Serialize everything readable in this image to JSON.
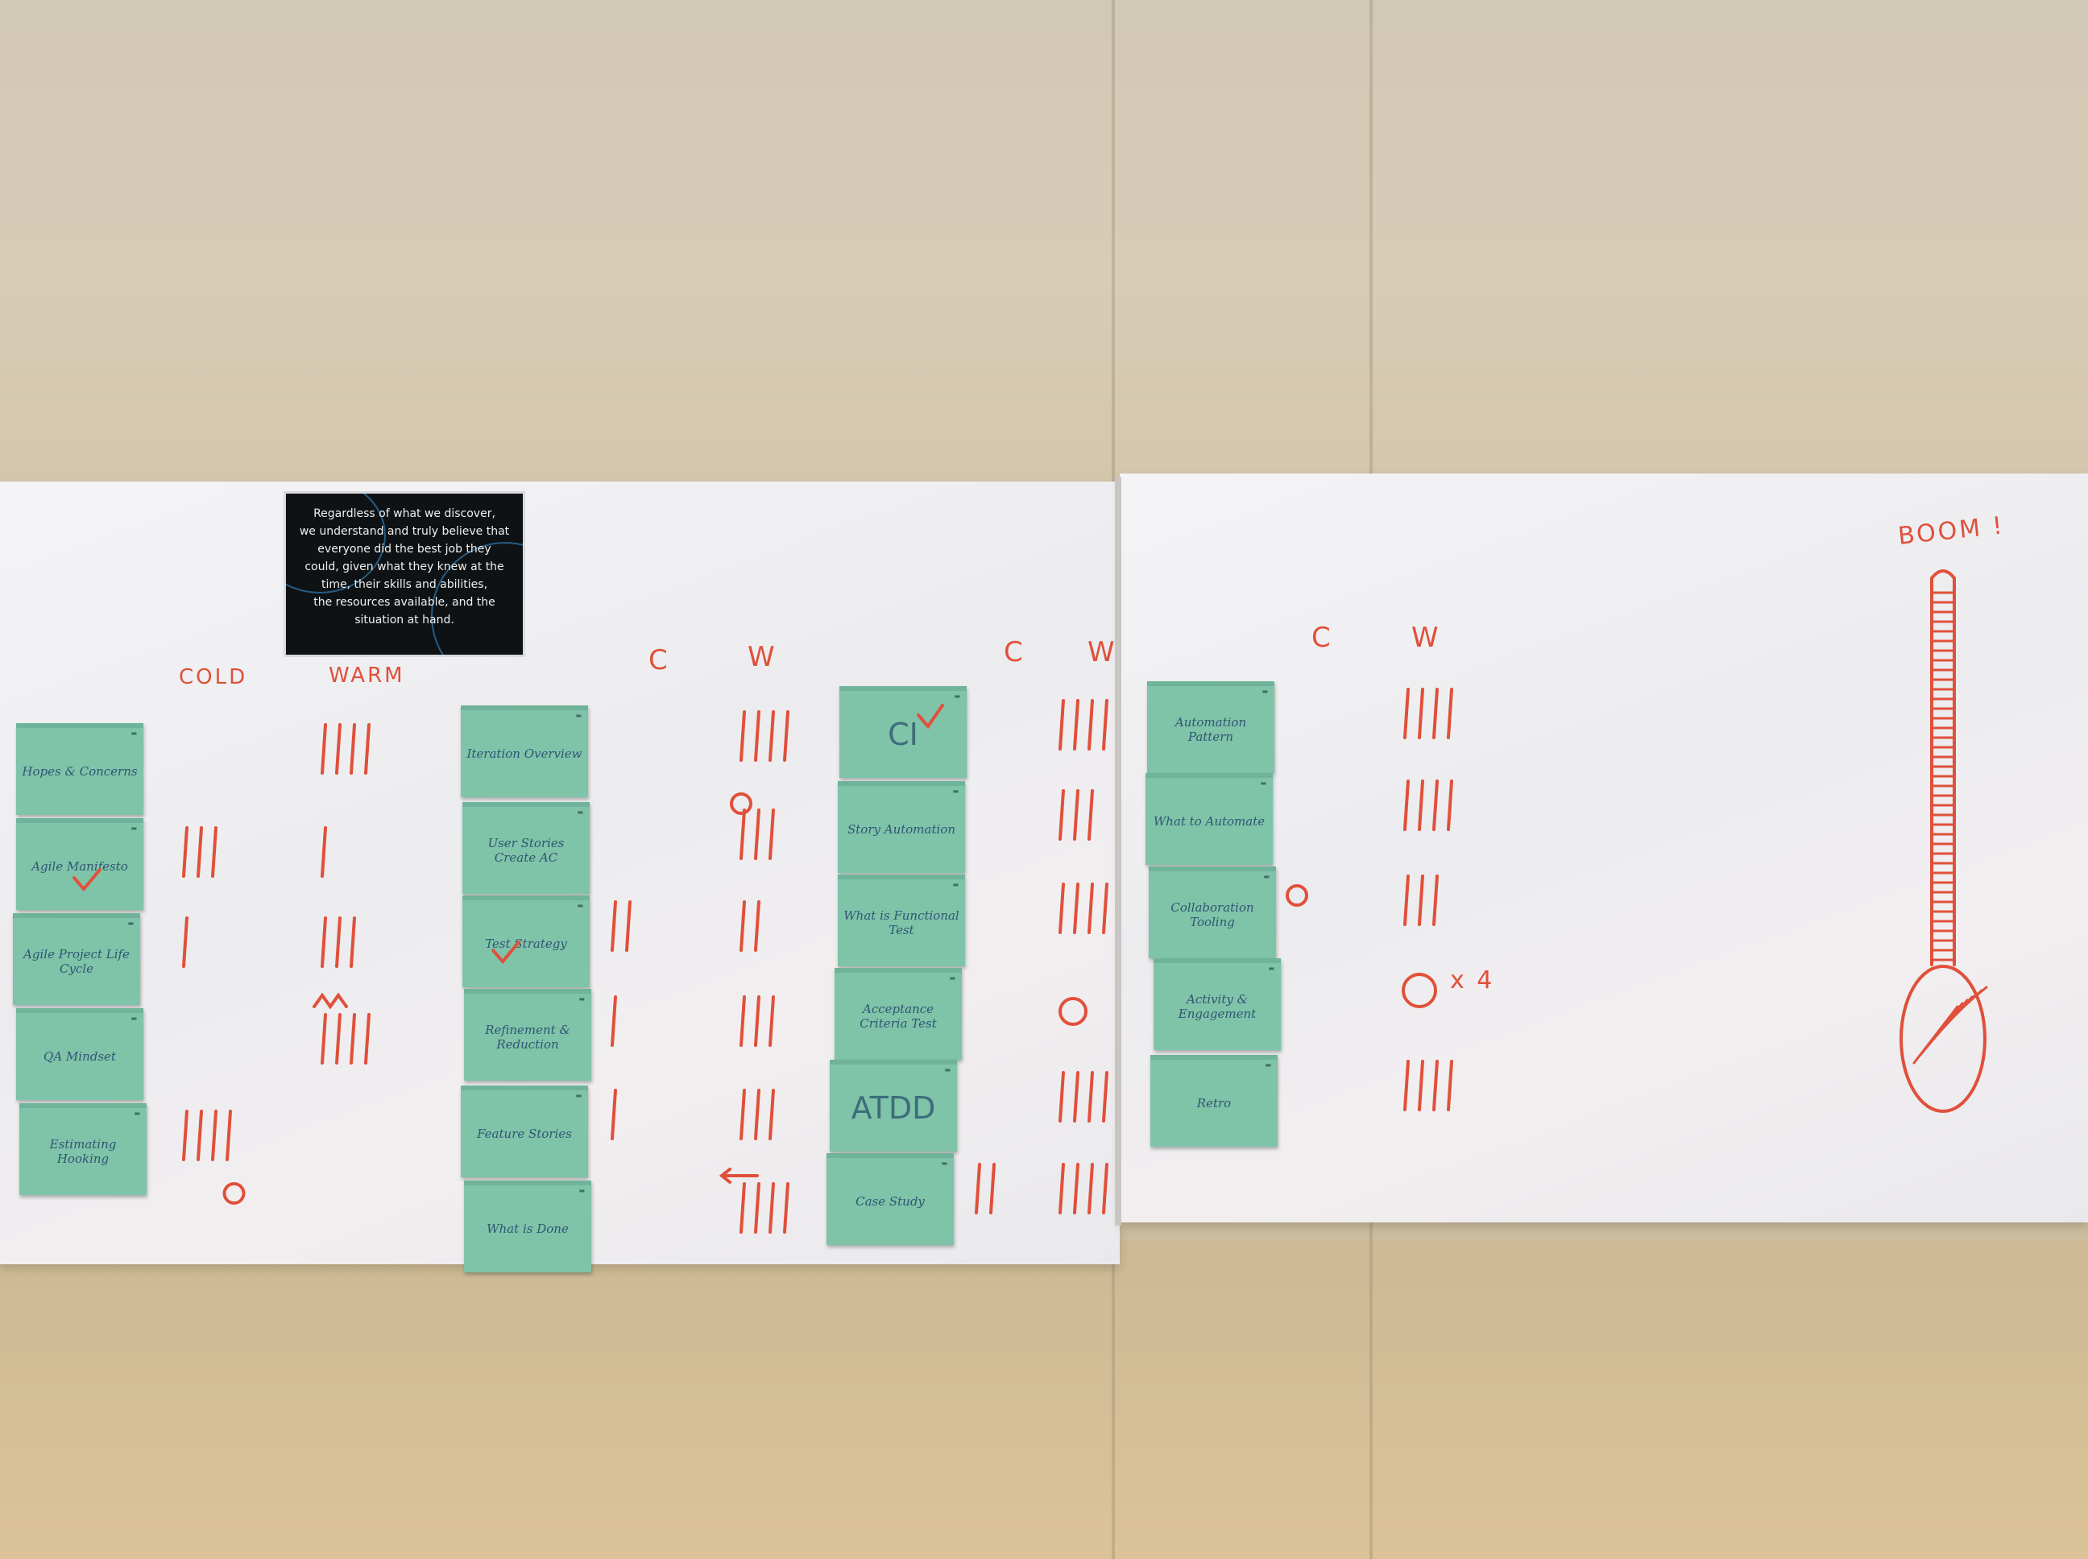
{
  "poster": {
    "lines": [
      "Regardless of what we discover,",
      "we understand and truly believe that",
      "everyone did the best job they",
      "could, given what they knew at the",
      "time, their skills and abilities,",
      "the resources available, and the",
      "situation at hand."
    ]
  },
  "headers": {
    "col1_cold": "COLD",
    "col1_warm": "WARM",
    "col2_cold": "C",
    "col2_warm": "W",
    "col3_cold": "C",
    "col3_warm": "W",
    "col4_cold": "C",
    "col4_warm": "W",
    "boom": "BOOM !",
    "times_four": "x 4"
  },
  "cards": {
    "col1": [
      "Hopes & Concerns",
      "Agile Manifesto",
      "Agile Project Life Cycle",
      "QA Mindset",
      "Estimating Hooking"
    ],
    "col2": [
      "Iteration Overview",
      "User Stories Create AC",
      "Test Strategy",
      "Refinement & Reduction",
      "Feature Stories",
      "What is Done"
    ],
    "col3": [
      "CI",
      "Story Automation",
      "What is Functional Test",
      "Acceptance Criteria Test",
      "ATDD",
      "Case Study"
    ],
    "col4": [
      "Automation Pattern",
      "What to Automate",
      "Collaboration Tooling",
      "Activity & Engagement",
      "Retro"
    ]
  },
  "tallies": {
    "col1_cold": [
      0,
      3,
      1,
      0,
      4
    ],
    "col1_warm": [
      4,
      1,
      3,
      4,
      0
    ],
    "col2_cold": [
      0,
      0,
      2,
      1,
      1,
      0
    ],
    "col2_warm": [
      4,
      3,
      2,
      3,
      3,
      4
    ],
    "col3_cold": [
      0,
      0,
      0,
      0,
      0,
      2
    ],
    "col3_warm": [
      4,
      3,
      4,
      0,
      4,
      4
    ],
    "col4_cold": [
      0,
      0,
      0,
      0,
      0
    ],
    "col4_warm": [
      4,
      4,
      3,
      0,
      4
    ]
  },
  "colors": {
    "marker": "#e0503a",
    "card": "#7fc3a9",
    "card_ink": "#2f5673",
    "poster": "#0e1214"
  }
}
